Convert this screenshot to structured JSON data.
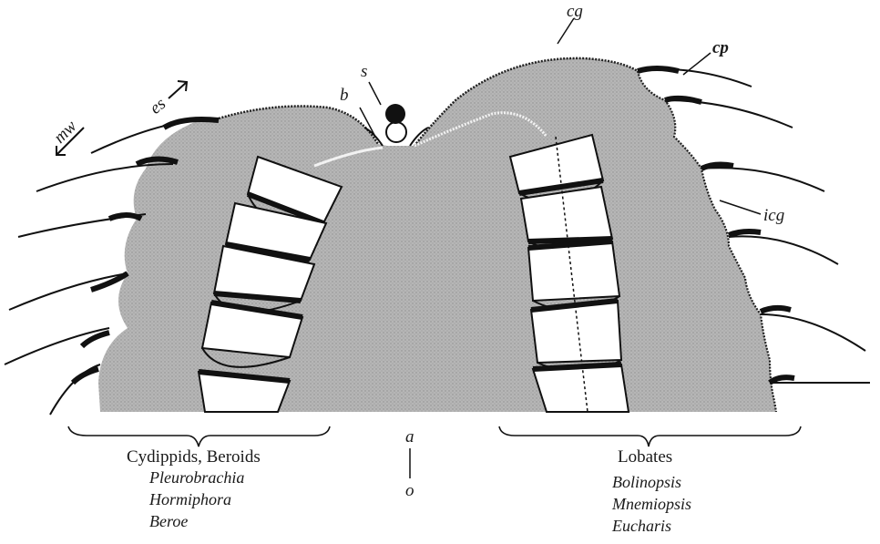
{
  "labels": {
    "s": "s",
    "b": "b",
    "cg": "cg",
    "cp": "cp",
    "es": "es",
    "mw": "mw",
    "icg": "icg",
    "a": "a",
    "o": "o"
  },
  "left_group": {
    "title": "Cydippids, Beroids",
    "genera": [
      "Pleurobrachia",
      "Hormiphora",
      "Beroe"
    ]
  },
  "right_group": {
    "title": "Lobates",
    "genera": [
      "Bolinopsis",
      "Mnemiopsis",
      "Eucharis"
    ]
  },
  "colors": {
    "tissue": "#b4b4b4",
    "ink": "#111111",
    "paddle": "#ffffff"
  }
}
